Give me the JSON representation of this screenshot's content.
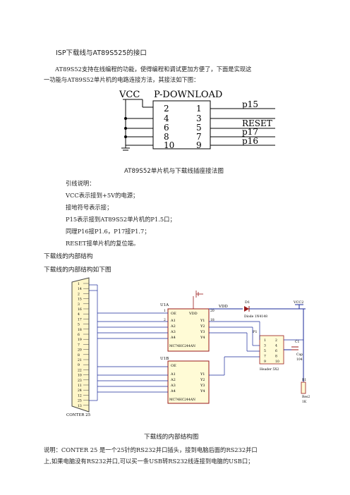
{
  "heading_isp": "ISP下载线与AT89S525的接口",
  "intro": {
    "line1": "AT89S52支持在线编程的功能，使得编程和调试更加方便了，下面是实现这",
    "line2": "一功能与AT89S52单片机的电路连接方法，其接法如下图："
  },
  "fig1": {
    "vcc": "VCC",
    "title": "P-DOWNLOAD",
    "left_pins": [
      "2",
      "4",
      "6",
      "8",
      "10"
    ],
    "right_pins": [
      "1",
      "3",
      "5",
      "7",
      "9"
    ],
    "signals": [
      "p15",
      "RESET",
      "p17",
      "p16"
    ],
    "caption": "AT89S52单片机与下载线插座接法图"
  },
  "notes": {
    "title": "引线说明：",
    "lines": [
      "VCC表示接到+5V的电源；",
      "接地符号表示接；",
      "P15表示接到AT89S52单片机的P1.5口；",
      "同理P16接P1.6，P17接P1.7；",
      "RESET接单片机的复位端。"
    ]
  },
  "section_title": "下载线的内部结构",
  "section_sub": "下载线的内部结构如下图",
  "fig2": {
    "db25_numbers": [
      "1",
      "14",
      "2",
      "15",
      "3",
      "16",
      "4",
      "17",
      "5",
      "18",
      "6",
      "19",
      "7",
      "20",
      "8",
      "21",
      "9",
      "22",
      "10",
      "23",
      "11",
      "24",
      "12",
      "25",
      "13"
    ],
    "connector_label": "CONTER 25",
    "u1a": "U1A",
    "u1b": "U1B",
    "ic_part": "MC74HC244AN",
    "oe": "OE",
    "vdd": "VDD",
    "a_pins": [
      "A1",
      "A2",
      "A3",
      "A4"
    ],
    "y_pins": [
      "Y1",
      "Y2",
      "Y3",
      "Y4"
    ],
    "vdd_label": "VDD",
    "vcc2": "VCC2",
    "d1": "D1",
    "diode_part": "Diode 1N4148",
    "p1": "P1",
    "header_pins": [
      "1",
      "2",
      "3",
      "4",
      "5",
      "6",
      "7",
      "8",
      "9",
      "10"
    ],
    "header_label": "Header 5X2",
    "c1": "C1",
    "cap_label": "Cap",
    "cap_value": "104",
    "r1": "R1",
    "res_label": "Res2",
    "res_value": "1K",
    "pin_nums_top": [
      "1",
      "20",
      "2",
      "18"
    ],
    "caption": "下载线的内部结构图"
  },
  "desc": {
    "line1": "说明：CONTER 25 是一个25针的RS232并口插头，接到电脑后面的RS232并口",
    "line2": "上,如果电脑没有RS232并口,可以买一条USB转RS232线连接到电脑的USB口；"
  }
}
